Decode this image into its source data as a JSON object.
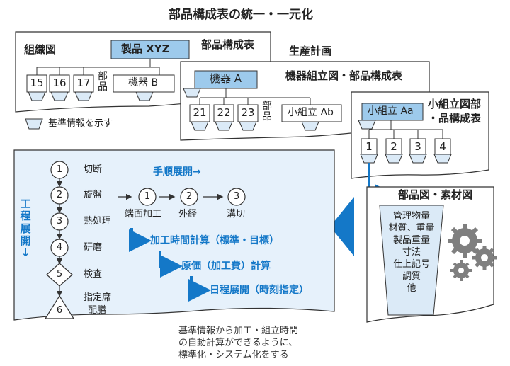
{
  "title": "部品構成表の統一・一元化",
  "sheet1": {
    "left_label": "組織図",
    "product_label": "製品 XYZ",
    "right_label": "部品構成表",
    "parts": [
      "15",
      "16",
      "17"
    ],
    "parts_suffix": "部品",
    "device_label": "機器 B"
  },
  "sheet2": {
    "top_label": "生産計画",
    "device_label": "機器 A",
    "right_label": "機器組立図・部品構成表",
    "parts": [
      "21",
      "22",
      "23"
    ],
    "parts_suffix": "部品",
    "sub_label": "小組立 Ab"
  },
  "sheet3": {
    "sub_label": "小組立 Aa",
    "right_label_lines": [
      "小組立図部",
      "・品構成表"
    ],
    "parts": [
      "1",
      "2",
      "3",
      "4"
    ]
  },
  "legend": {
    "text": "基準情報を示す"
  },
  "materials": {
    "title": "部品図・素材図",
    "items": [
      "管理物量",
      "材質、重量",
      "製品重量",
      "寸法",
      "仕上記号",
      "調質",
      "他"
    ]
  },
  "process": {
    "vertical_label": "工程展開↓",
    "steps": [
      {
        "num": "1",
        "label": "切断"
      },
      {
        "num": "2",
        "label": "旋盤"
      },
      {
        "num": "3",
        "label": "熱処理"
      },
      {
        "num": "4",
        "label": "研磨"
      },
      {
        "num": "5",
        "label": "検査"
      },
      {
        "num": "6",
        "label_lines": [
          "指定席",
          "配膳"
        ]
      }
    ],
    "procedure_title": "手順展開→",
    "procedure_steps": [
      {
        "num": "1",
        "label": "端面加工"
      },
      {
        "num": "2",
        "label": "外経"
      },
      {
        "num": "3",
        "label": "溝切"
      }
    ],
    "calc": [
      "加工時間計算（標準・目標）",
      "原価（加工費）計算",
      "日程展開（時刻指定）"
    ]
  },
  "footnote": [
    "基準情報から加工・組立時間",
    "の自動計算ができるように、",
    "標準化・システム化をする"
  ],
  "colors": {
    "accent": "#1478c8",
    "box_fill": "#9dcaec",
    "panel": "#e6f1fb",
    "tray": "#dbeaf7"
  }
}
